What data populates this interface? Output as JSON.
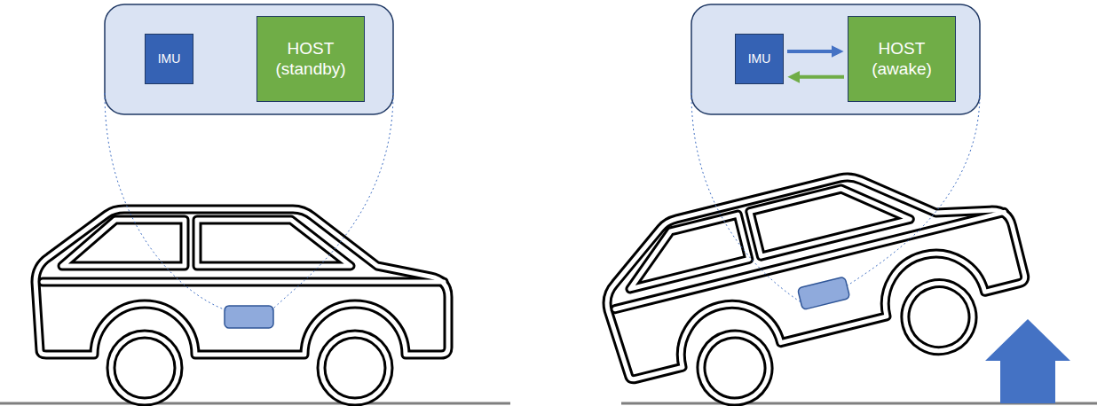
{
  "diagram": {
    "nodes": [
      {
        "text": [
          "IMU"
        ]
      },
      {
        "text": [
          "HOST (standby)"
        ]
      },
      {
        "text": [
          "IMU"
        ]
      },
      {
        "text": [
          "HOST (awake)"
        ]
      }
    ],
    "edges": [
      {
        "from": 2,
        "to": 3,
        "arrow": "to"
      },
      {
        "from": 3,
        "to": 2,
        "arrow": "to"
      }
    ]
  }
}
